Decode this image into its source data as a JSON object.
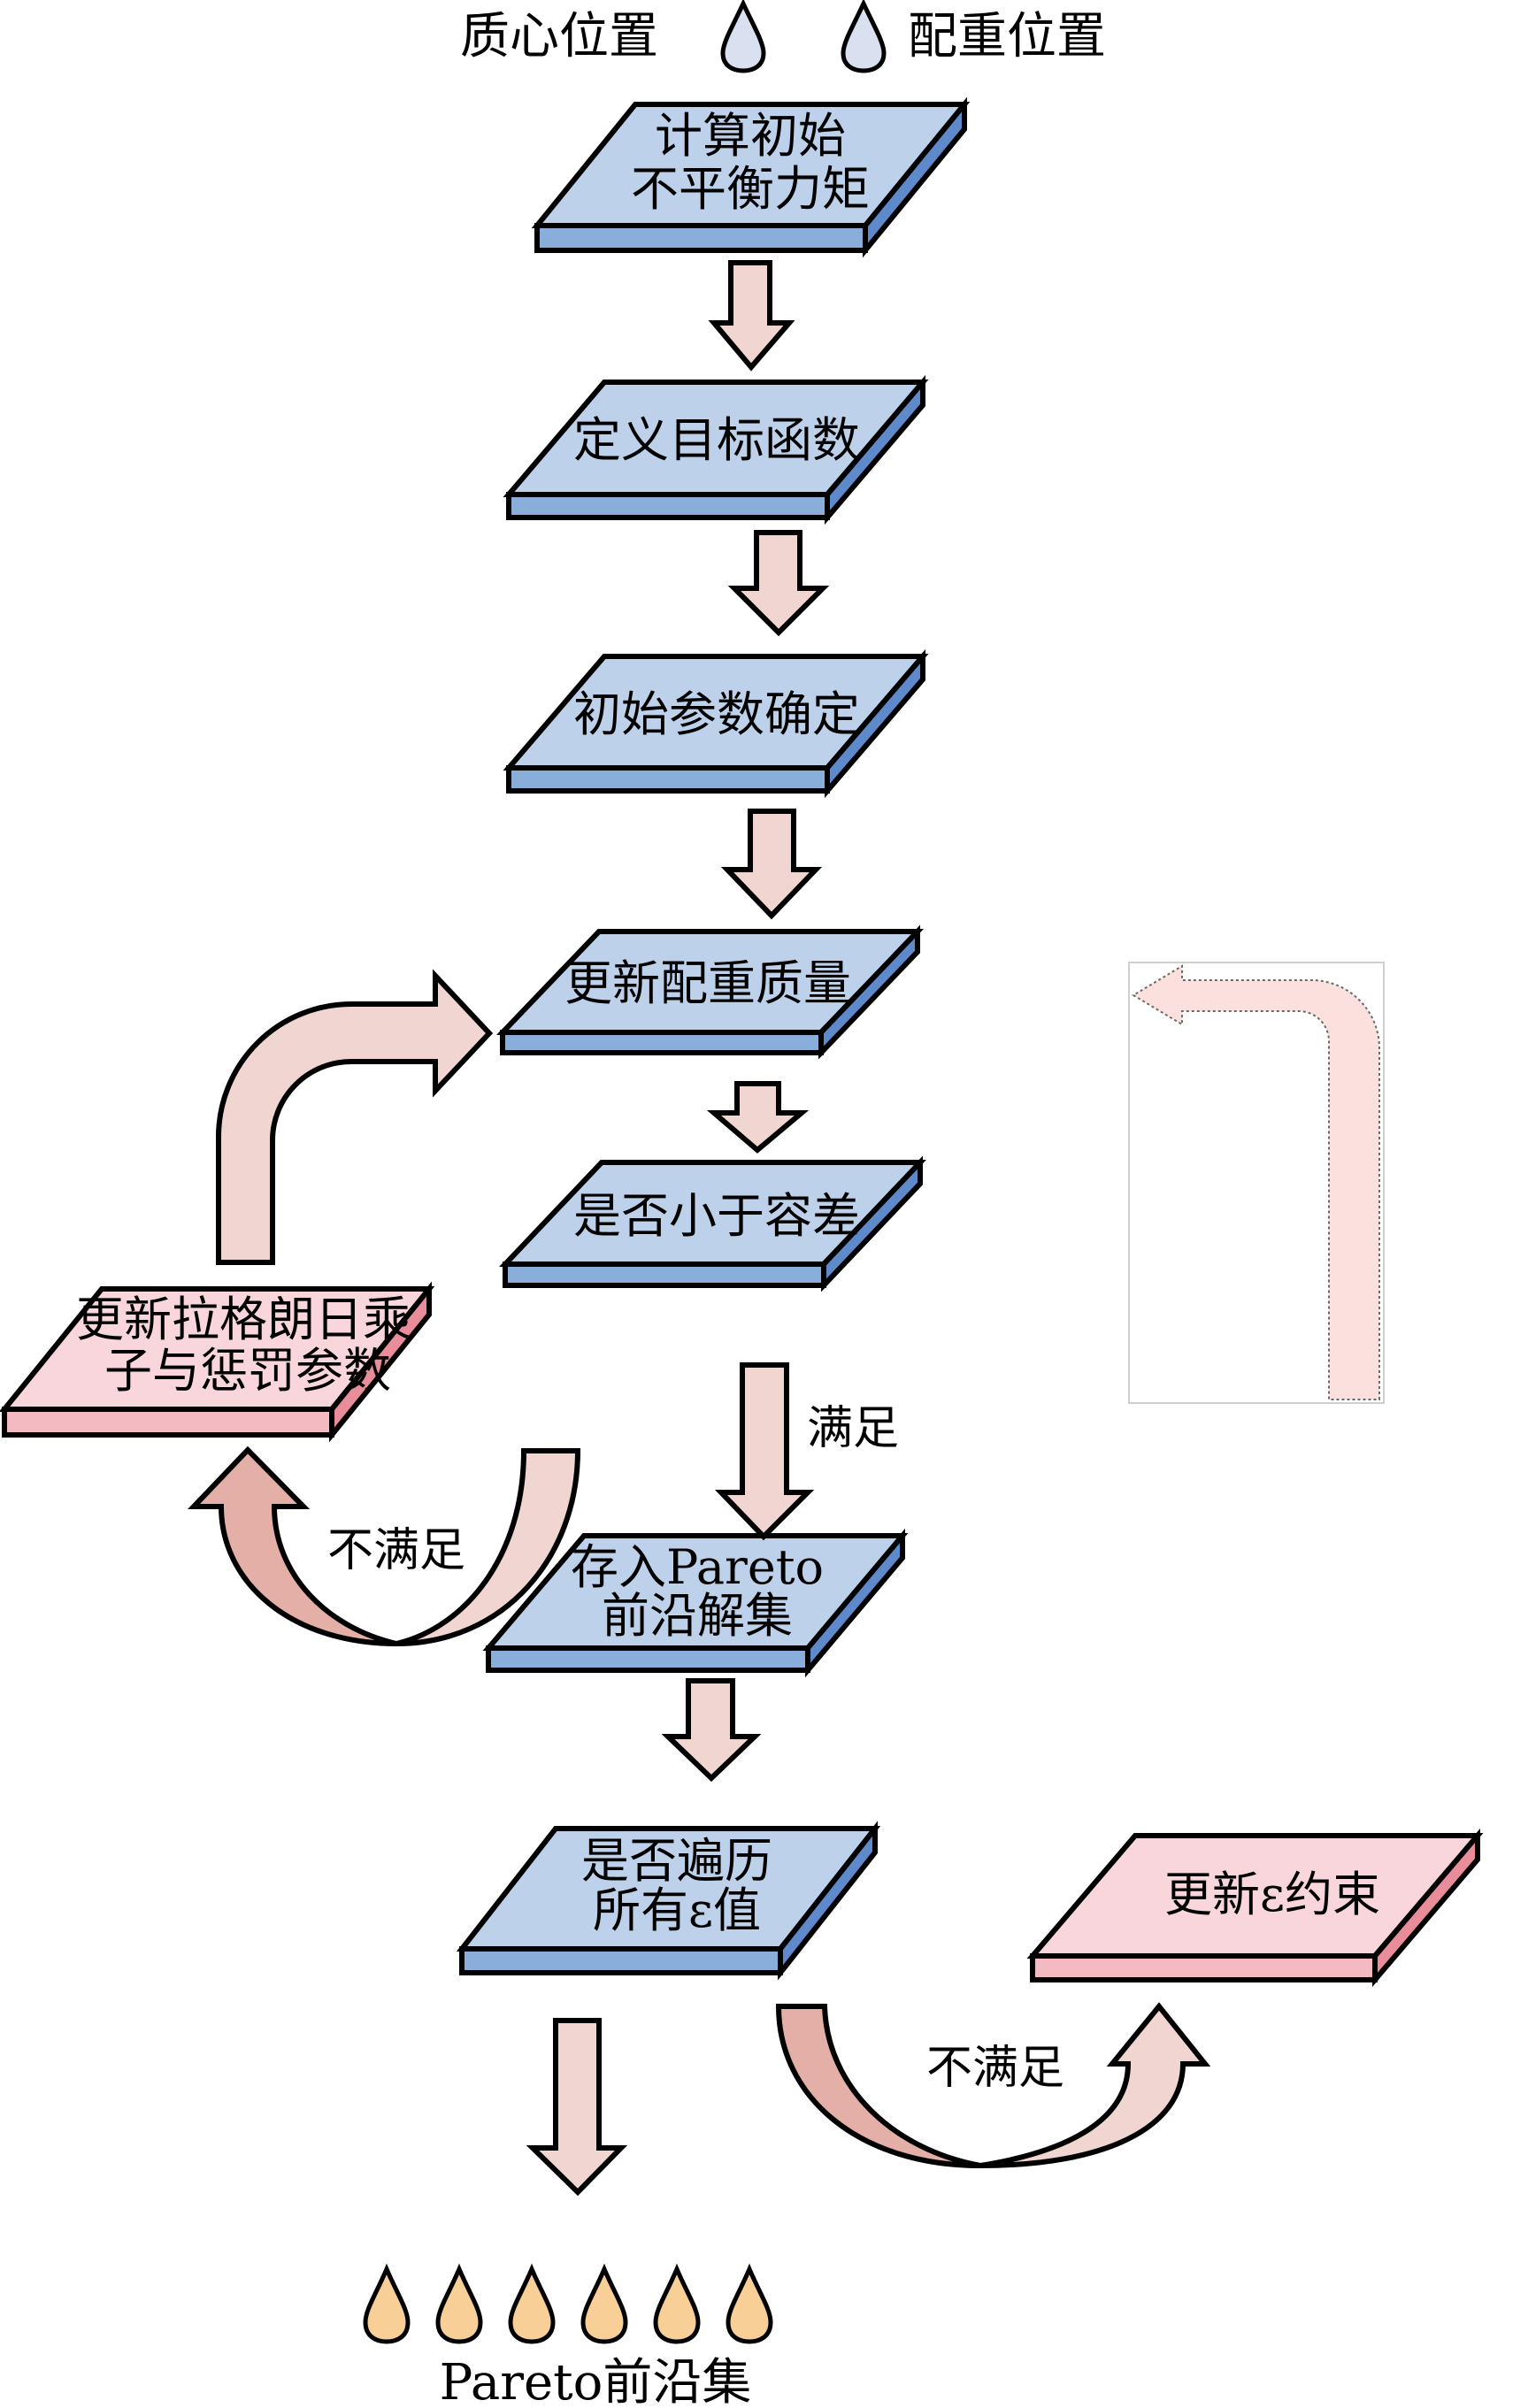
{
  "legend": {
    "centroid_label": "质心位置",
    "counterweight_label": "配重位置",
    "drop_color": "#D9E0F0"
  },
  "colors": {
    "box_blue_top": "#BDD2EA",
    "box_blue_front": "#8AAEDA",
    "box_blue_side": "#5E8ACB",
    "box_pink_top": "#F9D6DC",
    "box_pink_front": "#F4BAC2",
    "box_pink_side": "#E88D99",
    "arrow_fill": "#F0D5D0",
    "arrow_dark_fill": "#E4AFA6",
    "faded_arrow_fill": "#FCE0DE",
    "result_drop_color": "#F7CF97"
  },
  "flow": {
    "steps": [
      {
        "id": "compute-initial-torque",
        "lines": [
          "计算初始",
          "不平衡力矩"
        ]
      },
      {
        "id": "define-objective",
        "lines": [
          "定义目标函数"
        ]
      },
      {
        "id": "init-params",
        "lines": [
          "初始参数确定"
        ]
      },
      {
        "id": "update-counterweight",
        "lines": [
          "更新配重质量"
        ]
      },
      {
        "id": "check-tolerance",
        "lines": [
          "是否小于容差"
        ]
      },
      {
        "id": "store-pareto",
        "lines": [
          "存入Pareto",
          "前沿解集"
        ]
      },
      {
        "id": "check-all-epsilon",
        "lines": [
          "是否遍历",
          "所有ε值"
        ]
      }
    ],
    "side_steps": [
      {
        "id": "update-lagrange",
        "lines": [
          "更新拉格朗日乘",
          "子与惩罚参数"
        ]
      },
      {
        "id": "update-epsilon",
        "lines": [
          "更新ε约束"
        ]
      }
    ],
    "edge_labels": {
      "satisfied": "满足",
      "not_satisfied_left": "不满足",
      "not_satisfied_right": "不满足"
    }
  },
  "result": {
    "label": "Pareto前沿集",
    "drop_count": 6
  }
}
